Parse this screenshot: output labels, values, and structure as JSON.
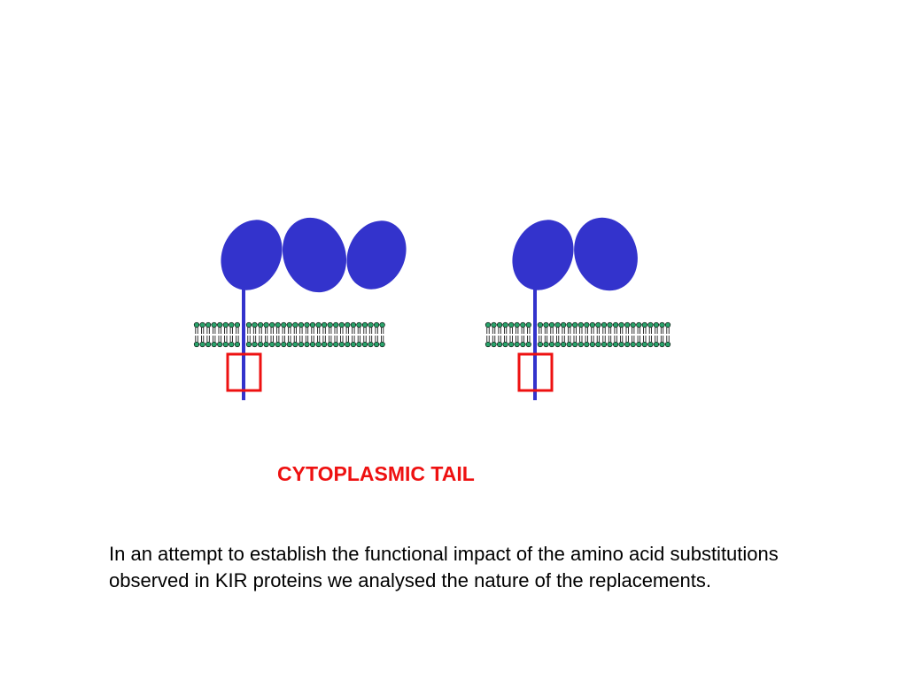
{
  "colors": {
    "protein": "#3333cc",
    "lipid_head": "#2aa36b",
    "lipid_outline": "#000000",
    "highlight_box": "#ee1111",
    "label_text": "#ee1111",
    "body_text": "#000000"
  },
  "receptors": [
    {
      "name": "three-domain-receptor",
      "domain_count": 3
    },
    {
      "name": "two-domain-receptor",
      "domain_count": 2
    }
  ],
  "labels": {
    "cytoplasmic_tail": "CYTOPLASMIC TAIL"
  },
  "paragraph": "In an attempt to establish the functional impact of the amino acid substitutions observed in KIR proteins we analysed the nature of the replacements."
}
